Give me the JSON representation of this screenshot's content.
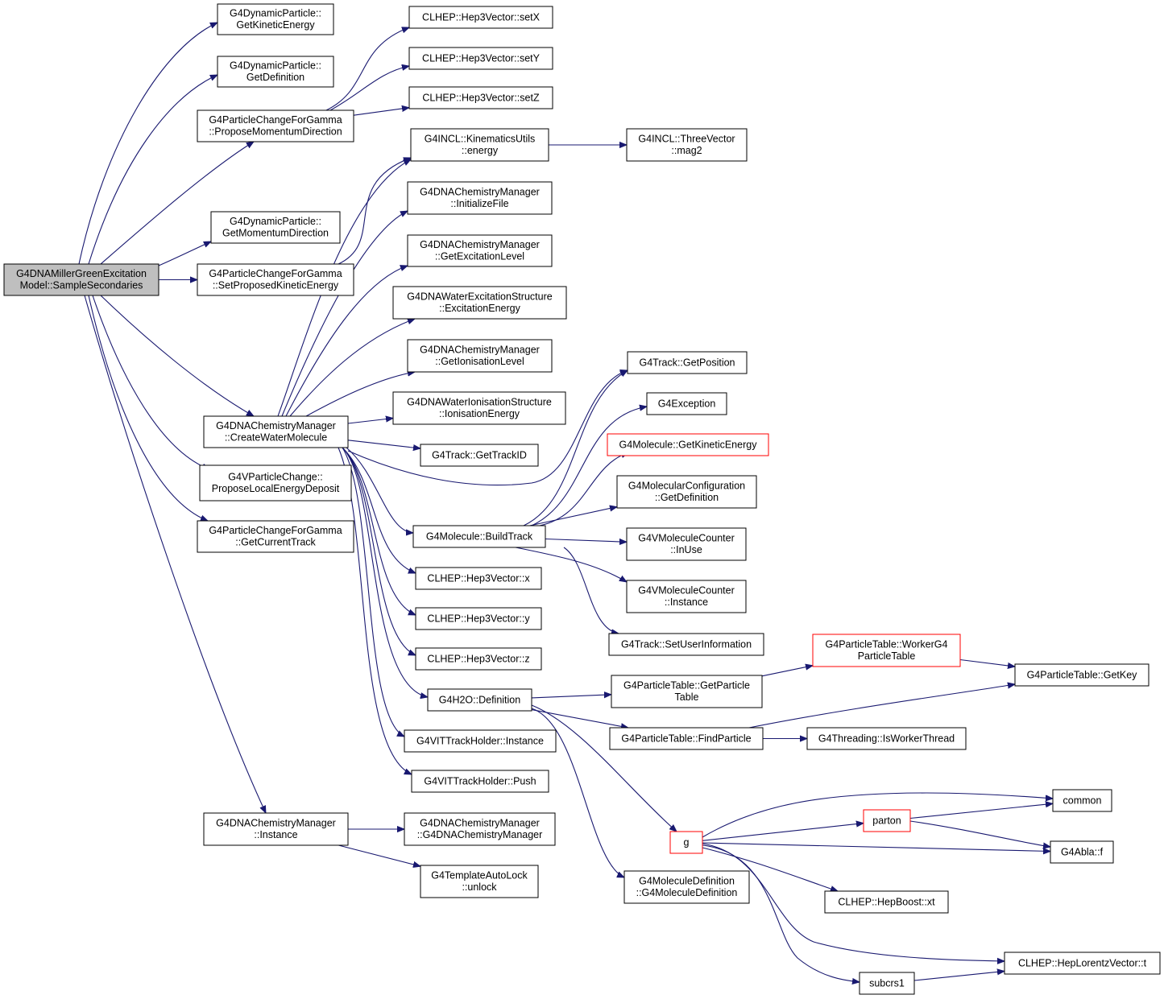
{
  "nodes": [
    {
      "id": "root",
      "lines": [
        "G4DNAMillerGreenExcitation",
        "Model::SampleSecondaries"
      ],
      "style": "root"
    },
    {
      "id": "dp_ke",
      "lines": [
        "G4DynamicParticle::",
        "GetKineticEnergy"
      ],
      "style": "normal"
    },
    {
      "id": "dp_def",
      "lines": [
        "G4DynamicParticle::",
        "GetDefinition"
      ],
      "style": "normal"
    },
    {
      "id": "pcg_pmd",
      "lines": [
        "G4ParticleChangeForGamma",
        "::ProposeMomentumDirection"
      ],
      "style": "normal"
    },
    {
      "id": "dp_md",
      "lines": [
        "G4DynamicParticle::",
        "GetMomentumDirection"
      ],
      "style": "normal"
    },
    {
      "id": "pcg_spke",
      "lines": [
        "G4ParticleChangeForGamma",
        "::SetProposedKineticEnergy"
      ],
      "style": "normal"
    },
    {
      "id": "cm_cwm",
      "lines": [
        "G4DNAChemistryManager",
        "::CreateWaterMolecule"
      ],
      "style": "normal"
    },
    {
      "id": "vpc_pled",
      "lines": [
        "G4VParticleChange::",
        "ProposeLocalEnergyDeposit"
      ],
      "style": "normal"
    },
    {
      "id": "pcg_gct",
      "lines": [
        "G4ParticleChangeForGamma",
        "::GetCurrentTrack"
      ],
      "style": "normal"
    },
    {
      "id": "cm_inst",
      "lines": [
        "G4DNAChemistryManager",
        "::Instance"
      ],
      "style": "normal"
    },
    {
      "id": "setx",
      "lines": [
        "CLHEP::Hep3Vector::setX"
      ],
      "style": "normal"
    },
    {
      "id": "sety",
      "lines": [
        "CLHEP::Hep3Vector::setY"
      ],
      "style": "normal"
    },
    {
      "id": "setz",
      "lines": [
        "CLHEP::Hep3Vector::setZ"
      ],
      "style": "normal"
    },
    {
      "id": "ku_energy",
      "lines": [
        "G4INCL::KinematicsUtils",
        "::energy"
      ],
      "style": "normal"
    },
    {
      "id": "cm_initfile",
      "lines": [
        "G4DNAChemistryManager",
        "::InitializeFile"
      ],
      "style": "normal"
    },
    {
      "id": "cm_gexl",
      "lines": [
        "G4DNAChemistryManager",
        "::GetExcitationLevel"
      ],
      "style": "normal"
    },
    {
      "id": "wes_ee",
      "lines": [
        "G4DNAWaterExcitationStructure",
        "::ExcitationEnergy"
      ],
      "style": "normal"
    },
    {
      "id": "cm_gionl",
      "lines": [
        "G4DNAChemistryManager",
        "::GetIonisationLevel"
      ],
      "style": "normal"
    },
    {
      "id": "wis_ie",
      "lines": [
        "G4DNAWaterIonisationStructure",
        "::IonisationEnergy"
      ],
      "style": "normal"
    },
    {
      "id": "track_gtid",
      "lines": [
        "G4Track::GetTrackID"
      ],
      "style": "normal"
    },
    {
      "id": "mol_bt",
      "lines": [
        "G4Molecule::BuildTrack"
      ],
      "style": "normal"
    },
    {
      "id": "vx",
      "lines": [
        "CLHEP::Hep3Vector::x"
      ],
      "style": "normal"
    },
    {
      "id": "vy",
      "lines": [
        "CLHEP::Hep3Vector::y"
      ],
      "style": "normal"
    },
    {
      "id": "vz",
      "lines": [
        "CLHEP::Hep3Vector::z"
      ],
      "style": "normal"
    },
    {
      "id": "h2o_def",
      "lines": [
        "G4H2O::Definition"
      ],
      "style": "normal"
    },
    {
      "id": "vitt_inst",
      "lines": [
        "G4VITTrackHolder::Instance"
      ],
      "style": "normal"
    },
    {
      "id": "vitt_push",
      "lines": [
        "G4VITTrackHolder::Push"
      ],
      "style": "normal"
    },
    {
      "id": "cm_ctor",
      "lines": [
        "G4DNAChemistryManager",
        "::G4DNAChemistryManager"
      ],
      "style": "normal"
    },
    {
      "id": "tal_unlock",
      "lines": [
        "G4TemplateAutoLock",
        "::unlock"
      ],
      "style": "normal"
    },
    {
      "id": "tv_mag2",
      "lines": [
        "G4INCL::ThreeVector",
        "::mag2"
      ],
      "style": "normal"
    },
    {
      "id": "track_gpos",
      "lines": [
        "G4Track::GetPosition"
      ],
      "style": "normal"
    },
    {
      "id": "g4exc",
      "lines": [
        "G4Exception"
      ],
      "style": "normal"
    },
    {
      "id": "mol_gke",
      "lines": [
        "G4Molecule::GetKineticEnergy"
      ],
      "style": "red"
    },
    {
      "id": "mconf_gdef",
      "lines": [
        "G4MolecularConfiguration",
        "::GetDefinition"
      ],
      "style": "normal"
    },
    {
      "id": "vmc_inuse",
      "lines": [
        "G4VMoleculeCounter",
        "::InUse"
      ],
      "style": "normal"
    },
    {
      "id": "vmc_inst",
      "lines": [
        "G4VMoleculeCounter",
        "::Instance"
      ],
      "style": "normal"
    },
    {
      "id": "track_sui",
      "lines": [
        "G4Track::SetUserInformation"
      ],
      "style": "normal"
    },
    {
      "id": "pt_gpt",
      "lines": [
        "G4ParticleTable::GetParticle",
        "Table"
      ],
      "style": "normal"
    },
    {
      "id": "pt_fp",
      "lines": [
        "G4ParticleTable::FindParticle"
      ],
      "style": "normal"
    },
    {
      "id": "g_func",
      "lines": [
        "g"
      ],
      "style": "red"
    },
    {
      "id": "moldef_ctor",
      "lines": [
        "G4MoleculeDefinition",
        "::G4MoleculeDefinition"
      ],
      "style": "normal"
    },
    {
      "id": "pt_wpt",
      "lines": [
        "G4ParticleTable::WorkerG4",
        "ParticleTable"
      ],
      "style": "red"
    },
    {
      "id": "pt_gkey",
      "lines": [
        "G4ParticleTable::GetKey"
      ],
      "style": "normal"
    },
    {
      "id": "thr_iwt",
      "lines": [
        "G4Threading::IsWorkerThread"
      ],
      "style": "normal"
    },
    {
      "id": "common",
      "lines": [
        "common"
      ],
      "style": "normal"
    },
    {
      "id": "parton",
      "lines": [
        "parton"
      ],
      "style": "red"
    },
    {
      "id": "abla_f",
      "lines": [
        "G4Abla::f"
      ],
      "style": "normal"
    },
    {
      "id": "hb_xt",
      "lines": [
        "CLHEP::HepBoost::xt"
      ],
      "style": "normal"
    },
    {
      "id": "hlv_t",
      "lines": [
        "CLHEP::HepLorentzVector::t"
      ],
      "style": "normal"
    },
    {
      "id": "subcrs1",
      "lines": [
        "subcrs1"
      ],
      "style": "normal"
    }
  ],
  "edges": [
    [
      "root",
      "dp_ke"
    ],
    [
      "root",
      "dp_def"
    ],
    [
      "root",
      "pcg_pmd"
    ],
    [
      "root",
      "dp_md"
    ],
    [
      "root",
      "pcg_spke"
    ],
    [
      "root",
      "cm_cwm"
    ],
    [
      "root",
      "vpc_pled"
    ],
    [
      "root",
      "pcg_gct"
    ],
    [
      "root",
      "cm_inst"
    ],
    [
      "pcg_pmd",
      "setx"
    ],
    [
      "pcg_pmd",
      "sety"
    ],
    [
      "pcg_pmd",
      "setz"
    ],
    [
      "pcg_spke",
      "ku_energy"
    ],
    [
      "cm_cwm",
      "ku_energy"
    ],
    [
      "cm_cwm",
      "cm_initfile"
    ],
    [
      "cm_cwm",
      "cm_gexl"
    ],
    [
      "cm_cwm",
      "wes_ee"
    ],
    [
      "cm_cwm",
      "cm_gionl"
    ],
    [
      "cm_cwm",
      "wis_ie"
    ],
    [
      "cm_cwm",
      "track_gtid"
    ],
    [
      "cm_cwm",
      "track_gpos"
    ],
    [
      "cm_cwm",
      "mol_bt"
    ],
    [
      "cm_cwm",
      "vx"
    ],
    [
      "cm_cwm",
      "vy"
    ],
    [
      "cm_cwm",
      "vz"
    ],
    [
      "cm_cwm",
      "h2o_def"
    ],
    [
      "cm_cwm",
      "vitt_inst"
    ],
    [
      "cm_cwm",
      "vitt_push"
    ],
    [
      "cm_inst",
      "cm_ctor"
    ],
    [
      "cm_inst",
      "tal_unlock"
    ],
    [
      "ku_energy",
      "tv_mag2"
    ],
    [
      "mol_bt",
      "track_gpos"
    ],
    [
      "mol_bt",
      "g4exc"
    ],
    [
      "mol_bt",
      "mol_gke"
    ],
    [
      "mol_bt",
      "mconf_gdef"
    ],
    [
      "mol_bt",
      "vmc_inuse"
    ],
    [
      "mol_bt",
      "vmc_inst"
    ],
    [
      "mol_bt",
      "track_sui"
    ],
    [
      "h2o_def",
      "pt_gpt"
    ],
    [
      "h2o_def",
      "pt_fp"
    ],
    [
      "h2o_def",
      "g_func"
    ],
    [
      "h2o_def",
      "moldef_ctor"
    ],
    [
      "pt_gpt",
      "pt_wpt"
    ],
    [
      "pt_wpt",
      "pt_gkey"
    ],
    [
      "pt_fp",
      "pt_gkey"
    ],
    [
      "pt_fp",
      "thr_iwt"
    ],
    [
      "g_func",
      "common"
    ],
    [
      "g_func",
      "parton"
    ],
    [
      "g_func",
      "abla_f"
    ],
    [
      "g_func",
      "hb_xt"
    ],
    [
      "g_func",
      "hlv_t"
    ],
    [
      "g_func",
      "subcrs1"
    ],
    [
      "parton",
      "common"
    ],
    [
      "parton",
      "abla_f"
    ],
    [
      "subcrs1",
      "hlv_t"
    ]
  ]
}
